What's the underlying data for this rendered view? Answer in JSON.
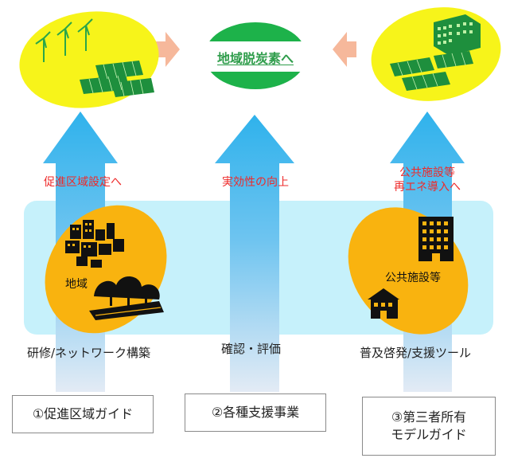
{
  "goal": {
    "label": "地域脱炭素へ"
  },
  "columns": [
    {
      "arrow_label": "促進区域設定へ",
      "oval_label": "地域",
      "activity": "研修/ネットワーク構築",
      "box": "①促進区域ガイド"
    },
    {
      "arrow_label": "実効性の向上",
      "activity": "確認・評価",
      "box": "②各種支援事業"
    },
    {
      "arrow_label_line1": "公共施設等",
      "arrow_label_line2": "再エネ導入へ",
      "oval_label": "公共施設等",
      "activity": "普及啓発/支援ツール",
      "box_line1": "③第三者所有",
      "box_line2": "モデルガイド"
    }
  ],
  "colors": {
    "arrow_top": "#2fb2ec",
    "arrow_bottom": "#dbe6f3",
    "band": "#c6f1fb",
    "yellow_oval": "#f7f41a",
    "orange_oval": "#f9b30f",
    "goal_green": "#1db24a",
    "side_arrow": "#f6b89b",
    "red_text": "#ee2a2a"
  },
  "icons": [
    "wind-turbine-icon",
    "solar-panel-icon",
    "factory-icon",
    "town-icon",
    "office-building-icon",
    "public-facility-icon",
    "forest-icon"
  ]
}
